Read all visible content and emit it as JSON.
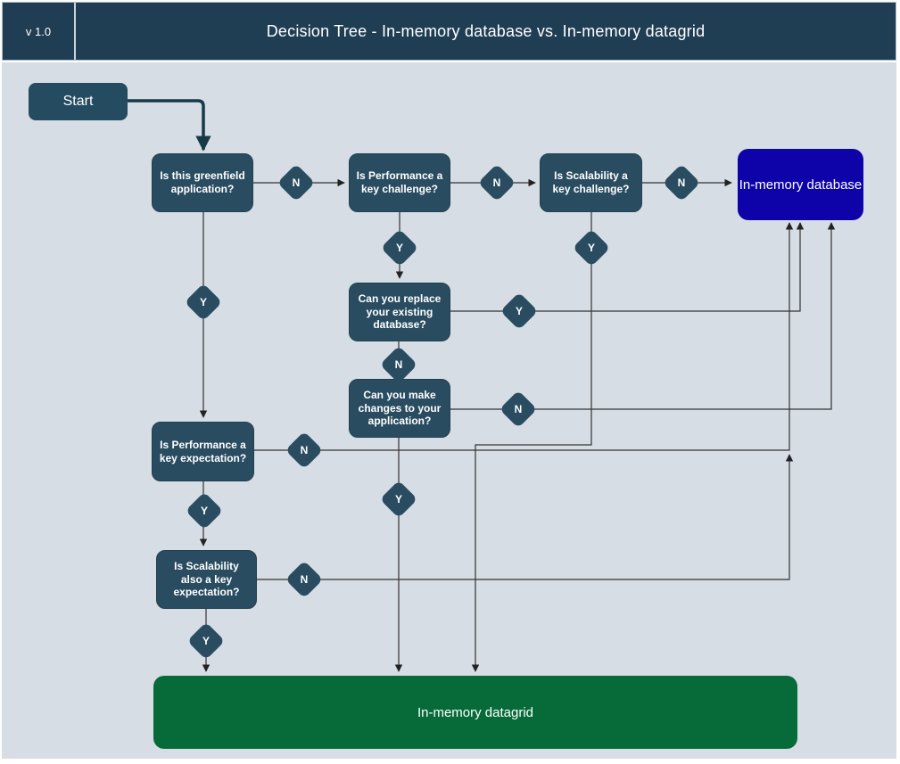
{
  "header": {
    "version": "v 1.0",
    "title": "Decision Tree - In-memory database vs. In-memory datagrid"
  },
  "nodes": {
    "start": "Start",
    "greenfield": "Is this greenfield application?",
    "perf_challenge": "Is Performance a key challenge?",
    "scal_challenge": "Is Scalability a key challenge?",
    "database": "In-memory database",
    "replace_db": "Can you replace your existing database?",
    "make_changes": "Can you make changes to your application?",
    "perf_expectation": "Is Performance a key expectation?",
    "scal_expectation": "Is Scalability also a key expectation?",
    "datagrid": "In-memory datagrid"
  },
  "labels": {
    "yes": "Y",
    "no": "N"
  },
  "colors": {
    "header_bg": "#1f3e54",
    "question_node_bg": "#2a4c61",
    "diamond_bg": "#2a4c61",
    "database_bg": "#0e03a8",
    "datagrid_bg": "#076b39",
    "canvas_bg": "#d6dde4",
    "connector": "#333333",
    "start_arrow": "#173a47",
    "text": "#ffffff"
  }
}
